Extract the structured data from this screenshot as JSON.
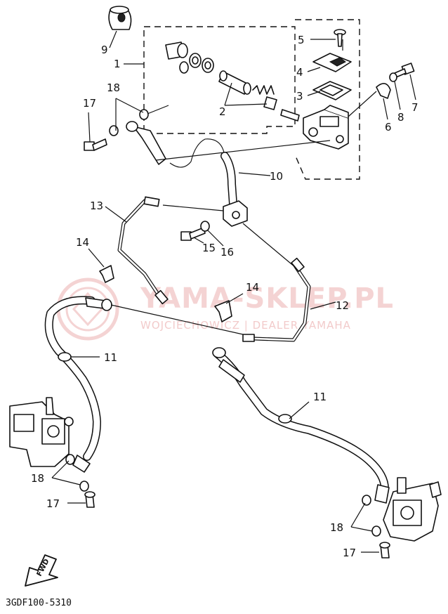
{
  "watermark": {
    "brand": "YAMA-SKLEP.PL",
    "dealer": "WOJCIECHOWICZ | DEALER YAMAHA",
    "color": "#e8a0a0"
  },
  "callouts": {
    "c1": "1",
    "c2": "2",
    "c3": "3",
    "c4": "4",
    "c5": "5",
    "c6": "6",
    "c7": "7",
    "c8": "8",
    "c9": "9",
    "c10": "10",
    "c11a": "11",
    "c11b": "11",
    "c12": "12",
    "c13": "13",
    "c14a": "14",
    "c14b": "14",
    "c15": "15",
    "c16": "16",
    "c17a": "17",
    "c17b": "17",
    "c17c": "17",
    "c18a": "18",
    "c18b": "18",
    "c18c": "18"
  },
  "fwd_label": "FWD",
  "diagram_code": "3GDF100-5310"
}
